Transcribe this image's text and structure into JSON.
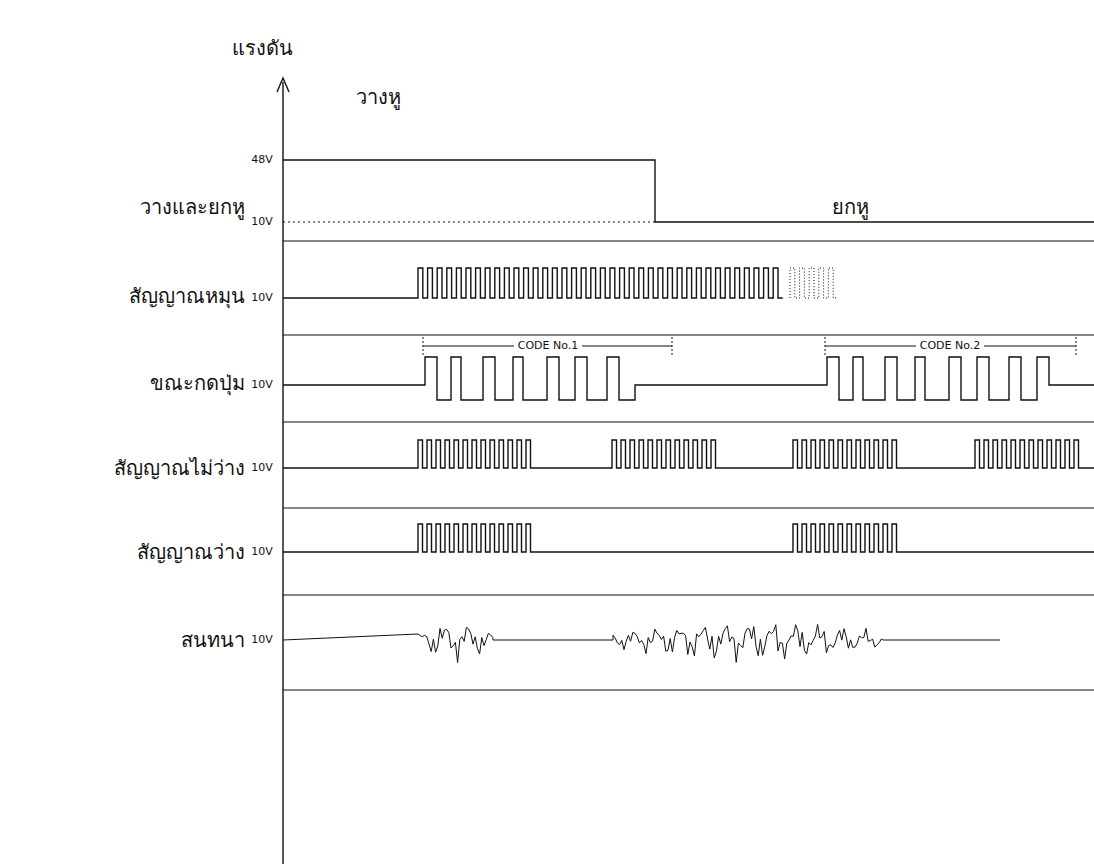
{
  "diagram": {
    "labels": [
      "แรงดัน",
      "วางหู",
      "48V",
      "10V",
      "วางและยกหู",
      "ยกหู",
      "สัญญาณหมุน",
      "10V",
      "ขณะกดปุ่ม",
      "10V",
      "CODE No.1",
      "CODE No.2",
      "สัญญาณไม่ว่าง",
      "10V",
      "สัญญาณว่าง",
      "10V",
      "สนทนา",
      "10V"
    ]
  }
}
